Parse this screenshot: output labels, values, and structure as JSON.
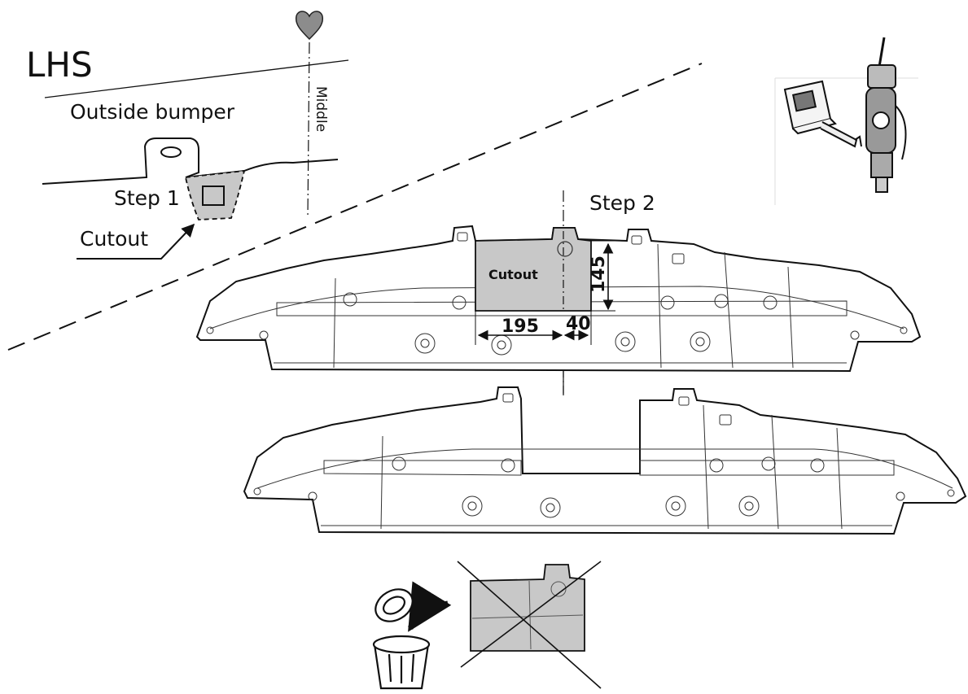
{
  "labels": {
    "side": "LHS",
    "location": "Outside bumper",
    "middle": "Middle",
    "step1": "Step 1",
    "step2": "Step 2",
    "cutout_pointer": "Cutout",
    "cutout_area": "Cutout"
  },
  "dimensions": {
    "width_left": "195",
    "width_right": "40",
    "height": "145"
  },
  "icons": [
    "heart-icon",
    "tape-measure-icon",
    "air-saw-icon",
    "trash-bin-icon",
    "curved-arrow-icon"
  ],
  "colors": {
    "line": "#111111",
    "cutout_fill": "#c8c8c8",
    "heart_fill": "#8c8c8c"
  }
}
